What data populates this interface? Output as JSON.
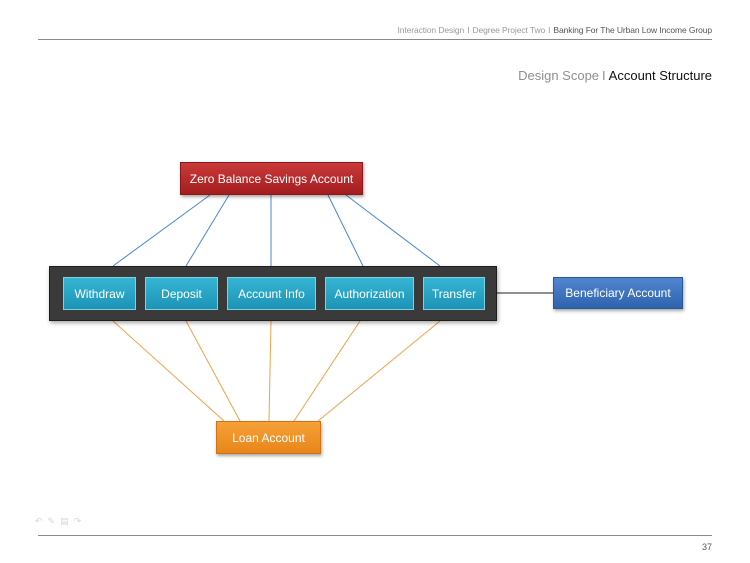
{
  "header": {
    "crumbs": [
      "Interaction Design",
      "Degree Project Two",
      "Banking For The Urban Low Income Group"
    ],
    "separator": "I"
  },
  "heading": {
    "section": "Design Scope",
    "separator": "I",
    "title": "Account Structure"
  },
  "diagram": {
    "source_account": "Zero Balance Savings Account",
    "actions": [
      "Withdraw",
      "Deposit",
      "Account Info",
      "Authorization",
      "Transfer"
    ],
    "beneficiary_account": "Beneficiary Account",
    "loan_account": "Loan Account",
    "colors": {
      "source": "#b52528",
      "action": "#27a5c6",
      "action_bar": "#3a3a3a",
      "beneficiary": "#3b73bf",
      "loan": "#ef9226",
      "source_links": "#4a86d6",
      "loan_links": "#f0a24a",
      "beneficiary_link": "#222222"
    }
  },
  "footer": {
    "nav_icons": [
      "back-arrow-icon",
      "pencil-icon",
      "menu-icon",
      "forward-arrow-icon"
    ],
    "page_number": "37"
  }
}
